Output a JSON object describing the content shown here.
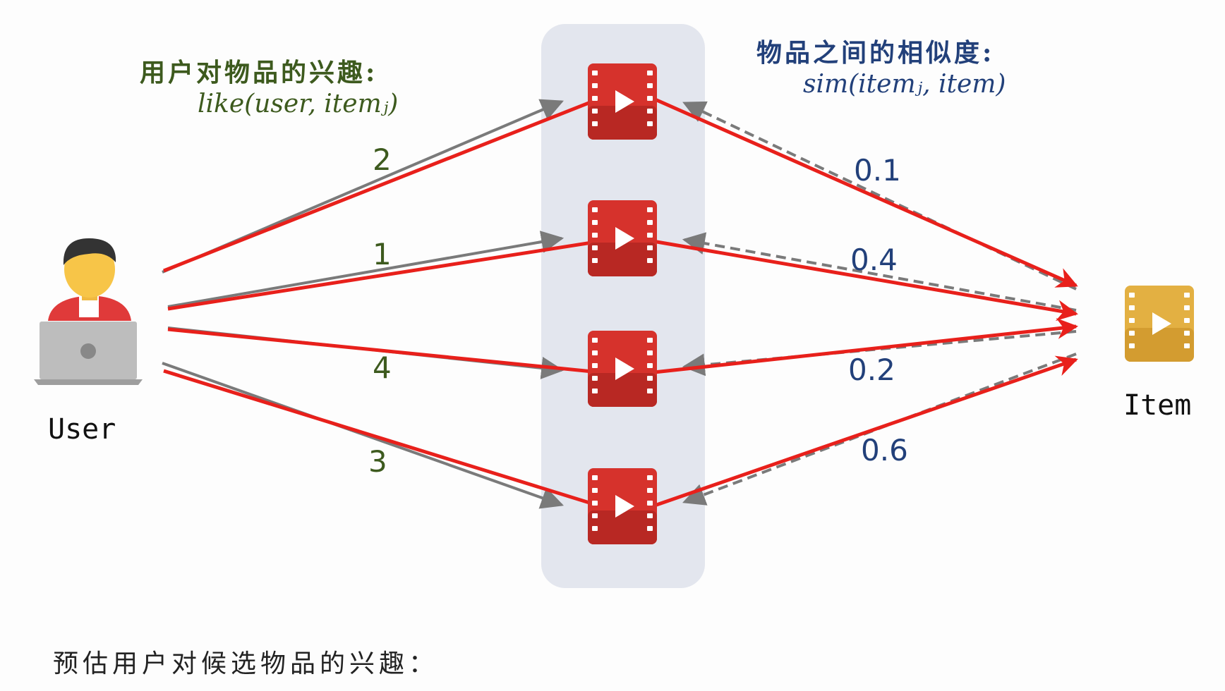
{
  "labels": {
    "interest_heading": "用户对物品的兴趣:",
    "interest_formula": "like(user, itemⱼ)",
    "similarity_heading": "物品之间的相似度:",
    "similarity_formula": "sim(itemⱼ, item)",
    "user": "User",
    "item": "Item",
    "footer": "预估用户对候选物品的兴趣："
  },
  "weights": [
    "2",
    "1",
    "4",
    "3"
  ],
  "similarities": [
    "0.1",
    "0.4",
    "0.2",
    "0.6"
  ],
  "colors": {
    "red": "#e8201b",
    "gray": "#7a7a7a",
    "panel": "#e3e6ee",
    "video_icon": "#d6322c",
    "target_icon": "#e3b042",
    "green_text": "#3d5a1e",
    "blue_text": "#22407a"
  },
  "icons": {
    "user": "user-laptop-icon",
    "interacted_item": "video-clip-icon",
    "target_item": "video-clip-icon"
  }
}
